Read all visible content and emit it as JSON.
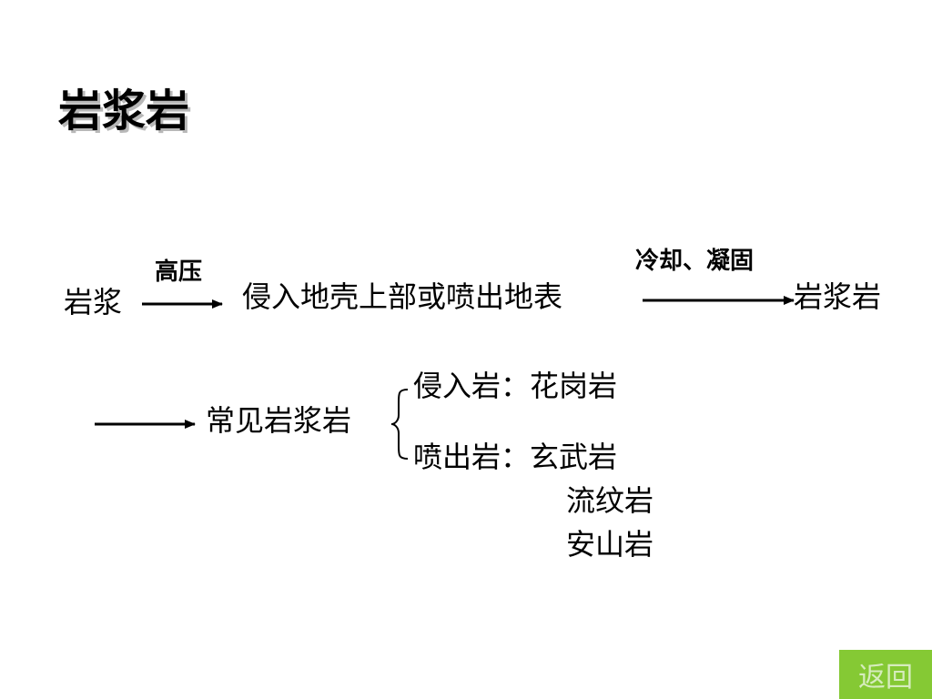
{
  "title": "岩浆岩",
  "flow": {
    "start": "岩浆",
    "arrow1_label": "高压",
    "middle": "侵入地壳上部或喷出地表",
    "arrow2_label": "冷却、凝固",
    "end": "岩浆岩"
  },
  "common": {
    "label": "常见岩浆岩",
    "intrusive_line": "侵入岩：花岗岩",
    "extrusive_line": "喷出岩：玄武岩",
    "extrusive_more": [
      "流纹岩",
      "安山岩"
    ]
  },
  "nav": {
    "return_label": "返回"
  },
  "colors": {
    "return_bg": "#85c934",
    "return_text": "#d6ecbd"
  }
}
